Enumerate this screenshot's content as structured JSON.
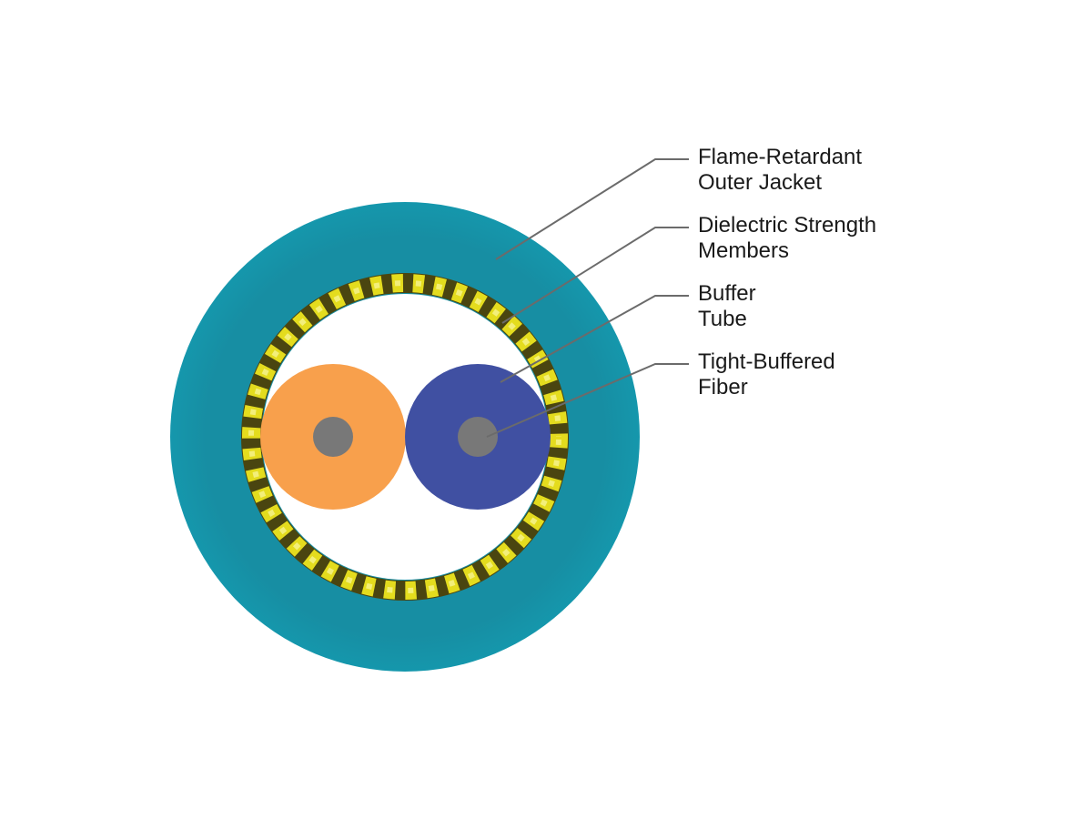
{
  "labels": [
    {
      "line1": "Flame-Retardant",
      "line2": "Outer Jacket"
    },
    {
      "line1": "Dielectric Strength",
      "line2": "Members"
    },
    {
      "line1": "Buffer",
      "line2": "Tube"
    },
    {
      "line1": "Tight-Buffered",
      "line2": "Fiber"
    }
  ],
  "colors": {
    "outer_jacket": "#178ea3",
    "strength_members": "#d9d21a",
    "strength_members_dark": "#4a4510",
    "inner_space": "#ffffff",
    "fiber_left": "#f8a04c",
    "fiber_right": "#4050a2",
    "core": "#787878",
    "leader": "#6b6b6b"
  }
}
